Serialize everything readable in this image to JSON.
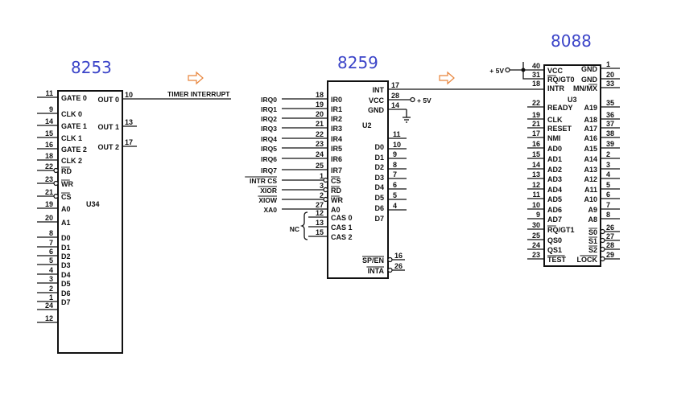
{
  "chips": [
    {
      "id": "8253",
      "title": "8253",
      "ref": "U34",
      "left_pins": [
        {
          "num": "11",
          "label": "GATE 0",
          "bubble": false,
          "bar": false
        },
        {
          "num": "9",
          "label": "CLK 0",
          "bubble": false,
          "bar": false
        },
        {
          "num": "14",
          "label": "GATE 1",
          "bubble": false,
          "bar": false
        },
        {
          "num": "15",
          "label": "CLK 1",
          "bubble": false,
          "bar": false
        },
        {
          "num": "16",
          "label": "GATE 2",
          "bubble": false,
          "bar": false
        },
        {
          "num": "18",
          "label": "CLK 2",
          "bubble": false,
          "bar": false
        },
        {
          "num": "22",
          "label": "RD",
          "bubble": true,
          "bar": true
        },
        {
          "num": "23",
          "label": "WR",
          "bubble": true,
          "bar": true
        },
        {
          "num": "21",
          "label": "CS",
          "bubble": true,
          "bar": true
        },
        {
          "num": "19",
          "label": "A0",
          "bubble": false,
          "bar": false
        },
        {
          "num": "20",
          "label": "A1",
          "bubble": false,
          "bar": false
        },
        {
          "num": "8",
          "label": "D0",
          "bubble": false,
          "bar": false
        },
        {
          "num": "7",
          "label": "D1",
          "bubble": false,
          "bar": false
        },
        {
          "num": "6",
          "label": "D2",
          "bubble": false,
          "bar": false
        },
        {
          "num": "5",
          "label": "D3",
          "bubble": false,
          "bar": false
        },
        {
          "num": "4",
          "label": "D4",
          "bubble": false,
          "bar": false
        },
        {
          "num": "3",
          "label": "D5",
          "bubble": false,
          "bar": false
        },
        {
          "num": "2",
          "label": "D6",
          "bubble": false,
          "bar": false
        },
        {
          "num": "1",
          "label": "D7",
          "bubble": false,
          "bar": false
        },
        {
          "num": "24",
          "label": "",
          "bubble": false,
          "bar": false
        },
        {
          "num": "12",
          "label": "",
          "bubble": false,
          "bar": false
        }
      ],
      "right_pins": [
        {
          "num": "10",
          "label": "OUT 0"
        },
        {
          "num": "13",
          "label": "OUT 1"
        },
        {
          "num": "17",
          "label": "OUT 2"
        }
      ]
    },
    {
      "id": "8259",
      "title": "8259",
      "ref": "U2",
      "left_pins": [
        {
          "num": "18",
          "label": "IR0",
          "net": "IRQ0",
          "bubble": false,
          "bar": false,
          "netbar": false
        },
        {
          "num": "19",
          "label": "IR1",
          "net": "IRQ1",
          "bubble": false,
          "bar": false,
          "netbar": false
        },
        {
          "num": "20",
          "label": "IR2",
          "net": "IRQ2",
          "bubble": false,
          "bar": false,
          "netbar": false
        },
        {
          "num": "21",
          "label": "IR3",
          "net": "IRQ3",
          "bubble": false,
          "bar": false,
          "netbar": false
        },
        {
          "num": "22",
          "label": "IR4",
          "net": "IRQ4",
          "bubble": false,
          "bar": false,
          "netbar": false
        },
        {
          "num": "23",
          "label": "IR5",
          "net": "IRQ5",
          "bubble": false,
          "bar": false,
          "netbar": false
        },
        {
          "num": "24",
          "label": "IR6",
          "net": "IRQ6",
          "bubble": false,
          "bar": false,
          "netbar": false
        },
        {
          "num": "25",
          "label": "IR7",
          "net": "IRQ7",
          "bubble": false,
          "bar": false,
          "netbar": false
        },
        {
          "num": "1",
          "label": "CS",
          "net": "INTR CS",
          "bubble": true,
          "bar": true,
          "netbar": true
        },
        {
          "num": "3",
          "label": "RD",
          "net": "XIOR",
          "bubble": true,
          "bar": true,
          "netbar": true
        },
        {
          "num": "2",
          "label": "WR",
          "net": "XIOW",
          "bubble": true,
          "bar": true,
          "netbar": true
        },
        {
          "num": "27",
          "label": "A0",
          "net": "XA0",
          "bubble": false,
          "bar": false,
          "netbar": false
        },
        {
          "num": "12",
          "label": "CAS 0",
          "net": "",
          "bubble": false,
          "bar": false,
          "netbar": false
        },
        {
          "num": "13",
          "label": "CAS 1",
          "net": "",
          "bubble": false,
          "bar": false,
          "netbar": false
        },
        {
          "num": "15",
          "label": "CAS 2",
          "net": "",
          "bubble": false,
          "bar": false,
          "netbar": false
        }
      ],
      "nc_label": "NC",
      "right_top_pins": [
        {
          "num": "17",
          "label": "INT"
        },
        {
          "num": "28",
          "label": "VCC"
        },
        {
          "num": "14",
          "label": "GND"
        }
      ],
      "right_data_pins": [
        {
          "num": "11",
          "label": "D0"
        },
        {
          "num": "10",
          "label": "D1"
        },
        {
          "num": "9",
          "label": "D2"
        },
        {
          "num": "8",
          "label": "D3"
        },
        {
          "num": "7",
          "label": "D4"
        },
        {
          "num": "6",
          "label": "D5"
        },
        {
          "num": "5",
          "label": "D6"
        },
        {
          "num": "4",
          "label": "D7"
        }
      ],
      "right_bottom_pins": [
        {
          "num": "16",
          "label": "SP/EN",
          "bar": true,
          "bubble": true
        },
        {
          "num": "26",
          "label": "INTA",
          "bar": true,
          "bubble": true
        }
      ],
      "vcc_label": "+ 5V"
    },
    {
      "id": "8088",
      "title": "8088",
      "ref": "U3",
      "left_pins": [
        {
          "num": "40",
          "label": "VCC",
          "bar": false
        },
        {
          "num": "31",
          "label": "RQ/GT0",
          "bar": true
        },
        {
          "num": "18",
          "label": "INTR",
          "bar": false
        },
        {
          "num": "22",
          "label": "READY",
          "bar": false
        },
        {
          "num": "19",
          "label": "CLK",
          "bar": false
        },
        {
          "num": "21",
          "label": "RESET",
          "bar": false
        },
        {
          "num": "17",
          "label": "NMI",
          "bar": false
        },
        {
          "num": "16",
          "label": "AD0",
          "bar": false
        },
        {
          "num": "15",
          "label": "AD1",
          "bar": false
        },
        {
          "num": "14",
          "label": "AD2",
          "bar": false
        },
        {
          "num": "13",
          "label": "AD3",
          "bar": false
        },
        {
          "num": "12",
          "label": "AD4",
          "bar": false
        },
        {
          "num": "11",
          "label": "AD5",
          "bar": false
        },
        {
          "num": "10",
          "label": "AD6",
          "bar": false
        },
        {
          "num": "9",
          "label": "AD7",
          "bar": false
        },
        {
          "num": "30",
          "label": "RQ/GT1",
          "bar": true
        },
        {
          "num": "25",
          "label": "QS0",
          "bar": false
        },
        {
          "num": "24",
          "label": "QS1",
          "bar": false
        },
        {
          "num": "23",
          "label": "TEST",
          "bar": true
        }
      ],
      "right_pins": [
        {
          "num": "1",
          "label": "GND",
          "bubble": false
        },
        {
          "num": "20",
          "label": "GND",
          "bubble": false
        },
        {
          "num": "33",
          "label": "MN/MX",
          "bubble": false
        },
        {
          "num": "35",
          "label": "A19",
          "bubble": false
        },
        {
          "num": "36",
          "label": "A18",
          "bubble": false
        },
        {
          "num": "37",
          "label": "A17",
          "bubble": false
        },
        {
          "num": "38",
          "label": "A16",
          "bubble": false
        },
        {
          "num": "39",
          "label": "A15",
          "bubble": false
        },
        {
          "num": "2",
          "label": "A14",
          "bubble": false
        },
        {
          "num": "3",
          "label": "A13",
          "bubble": false
        },
        {
          "num": "4",
          "label": "A12",
          "bubble": false
        },
        {
          "num": "5",
          "label": "A11",
          "bubble": false
        },
        {
          "num": "6",
          "label": "A10",
          "bubble": false
        },
        {
          "num": "7",
          "label": "A9",
          "bubble": false
        },
        {
          "num": "8",
          "label": "A8",
          "bubble": false
        },
        {
          "num": "26",
          "label": "S0",
          "bubble": true
        },
        {
          "num": "27",
          "label": "S1",
          "bubble": true
        },
        {
          "num": "28",
          "label": "S2",
          "bubble": true
        },
        {
          "num": "29",
          "label": "LOCK",
          "bubble": true
        }
      ],
      "vcc_label": "+ 5V"
    }
  ],
  "connections": {
    "timer_interrupt_label": "TIMER INTERRUPT"
  },
  "colors": {
    "title": "#3b44c8",
    "arrow": "#e8843a",
    "ink": "#111111"
  }
}
